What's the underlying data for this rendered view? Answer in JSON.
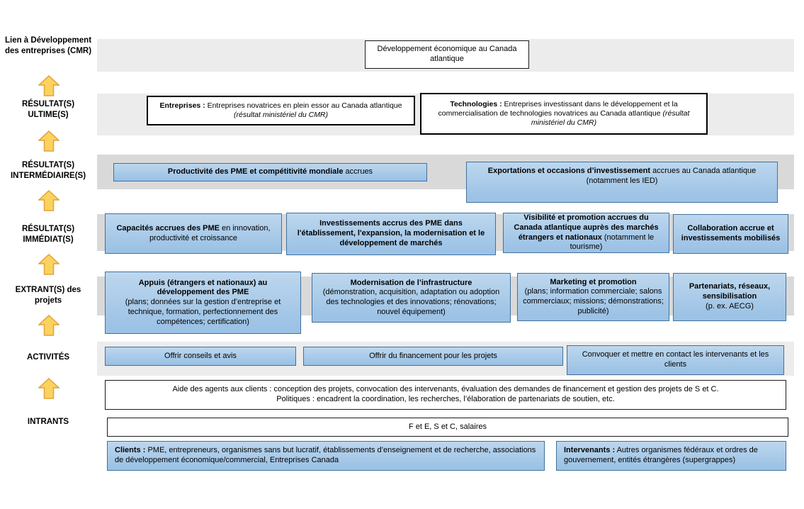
{
  "left_axis": {
    "lien": "Lien à Développement des entreprises (CMR)",
    "ultime": "RÉSULTAT(S) ULTIME(S)",
    "intermediaire": "RÉSULTAT(S) INTERMÉDIAIRE(S)",
    "immediat": "RÉSULTAT(S) IMMÉDIAT(S)",
    "extrant": "EXTRANT(S) des projets",
    "activites": "ACTIVITÉS",
    "intrants": "INTRANTS"
  },
  "boxes": {
    "developpement": {
      "text": "Développement économique au Canada atlantique"
    },
    "entreprises": {
      "bold": "Entreprises :",
      "normal": " Entreprises novatrices en plein essor au Canada atlantique ",
      "italic": "(résultat ministériel du CMR)"
    },
    "technologies": {
      "bold": "Technologies :",
      "normal": " Entreprises investissant dans le développement et la commercialisation de technologies novatrices au Canada atlantique ",
      "italic": "(résultat ministériel du CMR)"
    },
    "productivite": {
      "bold": "Productivité des PME et compétitivité mondiale",
      "normal": " accrues"
    },
    "exportations": {
      "bold": "Exportations et occasions d’investissement",
      "normal": " accrues au Canada atlantique (notamment les IED)"
    },
    "capacites": {
      "bold": "Capacités accrues des PME",
      "normal": " en innovation, productivité et croissance"
    },
    "investissements": {
      "bold": "Investissements accrus des PME dans l'établissement, l'expansion, la modernisation et le développement de marchés",
      "normal": ""
    },
    "visibilite": {
      "bold": "Visibilité et promotion accrues du Canada atlantique auprès des marchés étrangers et nationaux",
      "normal": " (notamment le tourisme)"
    },
    "collaboration": {
      "bold": "Collaboration accrue et investissements mobilisés",
      "normal": ""
    },
    "appuis": {
      "bold": "Appuis (étrangers et nationaux) au développement des PME",
      "normal": "(plans; données sur la gestion d’entreprise et technique, formation, perfectionnement des compétences; certification)"
    },
    "modernisation": {
      "bold": "Modernisation de l’infrastructure",
      "normal": "(démonstration, acquisition, adaptation ou adoption des technologies et des innovations; rénovations; nouvel équipement)"
    },
    "marketing": {
      "bold": "Marketing et promotion",
      "normal": "(plans; information commerciale; salons commerciaux; missions; démonstrations; publicité)"
    },
    "partenariats": {
      "bold": "Partenariats, réseaux, sensibilisation",
      "normal": "(p. ex. AECG)"
    },
    "conseils": {
      "text": "Offrir conseils et avis"
    },
    "financement": {
      "text": "Offrir du financement pour les projets"
    },
    "convoquer": {
      "text": "Convoquer et mettre en contact les intervenants et les clients"
    },
    "aide": {
      "line1": "Aide des agents aux clients : conception des projets, convocation des intervenants, évaluation des demandes de financement et gestion des projets de S et C.",
      "line2": "Politiques : encadrent la coordination, les recherches, l’élaboration de partenariats de soutien, etc."
    },
    "ressources": {
      "text": "F et E, S et C, salaires"
    },
    "clients": {
      "bold": "Clients :",
      "normal": " PME, entrepreneurs, organismes sans but lucratif, établissements d’enseignement et de recherche, associations de développement économique/commercial, Entreprises Canada"
    },
    "intervenants": {
      "bold": "Intervenants :",
      "normal": " Autres organismes fédéraux et ordres de gouvernement, entités étrangères (supergrappes)"
    }
  },
  "colors": {
    "box_blue_fill": "#9cc2e5",
    "box_blue_border": "#41719c",
    "band_light": "#ececec",
    "band_dark": "#d9d9d9",
    "arrow_fill": "#fcd25e",
    "arrow_border": "#dfa33c"
  }
}
